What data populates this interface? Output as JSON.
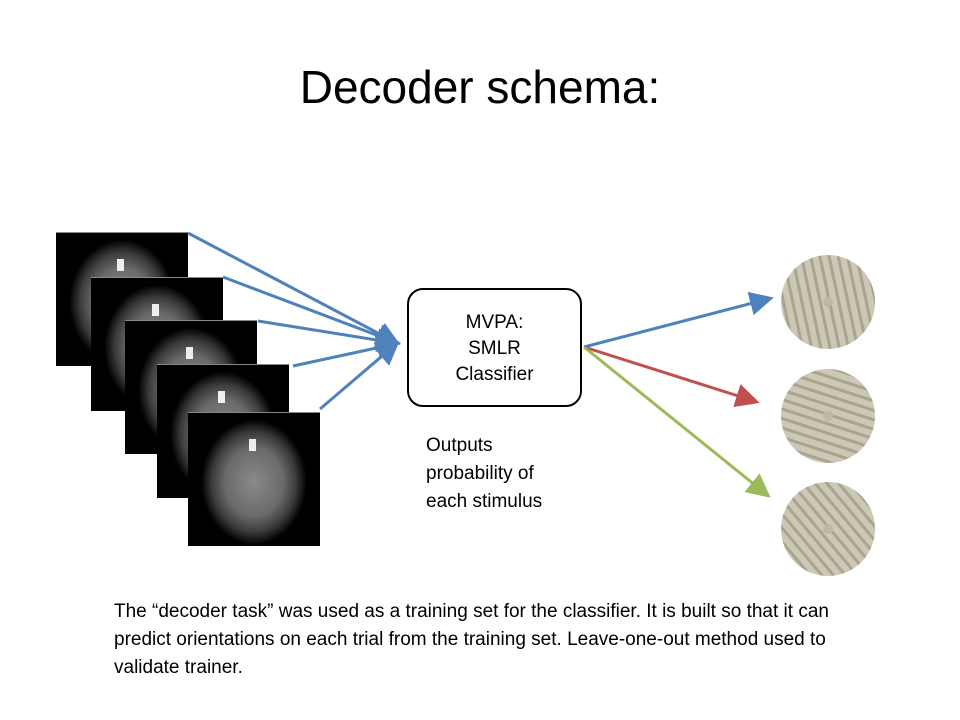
{
  "title": "Decoder schema:",
  "classifier": {
    "line1": "MVPA:",
    "line2": "SMLR",
    "line3": "Classifier"
  },
  "outputs_note": "Outputs probability of each stimulus",
  "caption": "The “decoder task” was used as a training set for the classifier.  It is built so that it can predict orientations on each trial from the training set.  Leave-one-out method used to validate trainer.",
  "colors": {
    "blue": "#4f81bd",
    "red": "#c0504d",
    "green": "#9bbb59",
    "grating": "#c9c4b2"
  }
}
